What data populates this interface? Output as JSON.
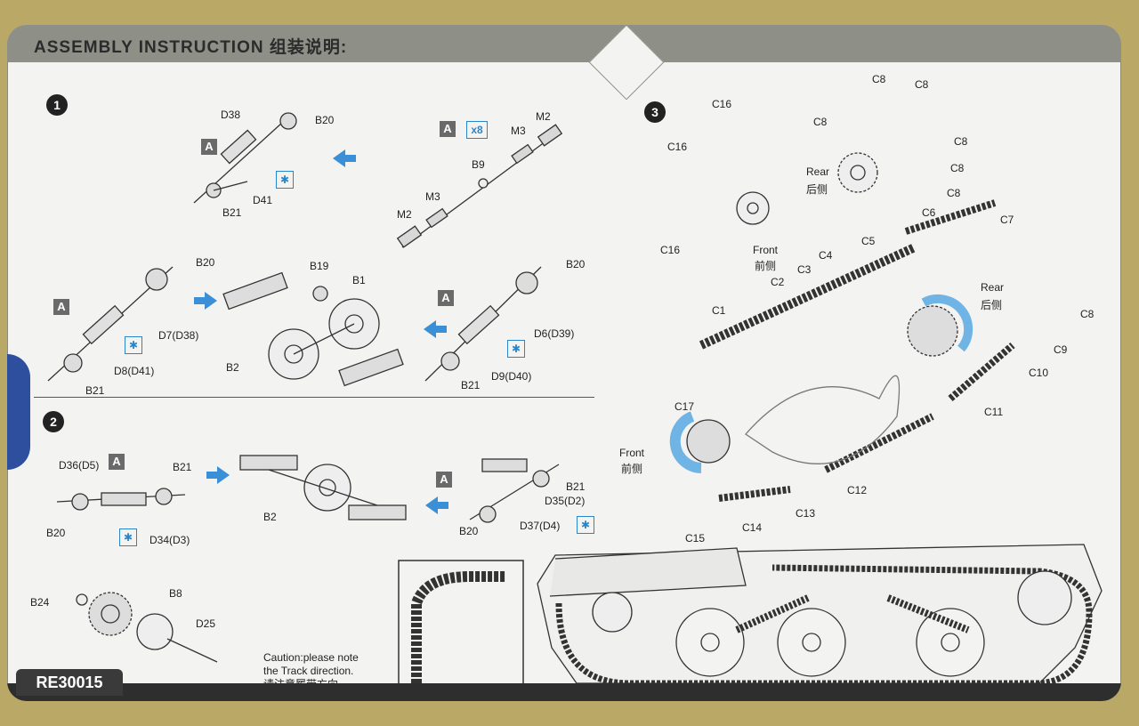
{
  "header": {
    "title": "ASSEMBLY  INSTRUCTION  组装说明:"
  },
  "footer": {
    "code": "RE30015"
  },
  "steps": [
    {
      "number": "1"
    },
    {
      "number": "2"
    },
    {
      "number": "3"
    }
  ],
  "badges": {
    "a": "A",
    "x8": "x8",
    "glue": "✱"
  },
  "step1": {
    "top_left": {
      "D38": "D38",
      "B20": "B20",
      "D41": "D41",
      "B21": "B21"
    },
    "top_right": {
      "M2a": "M2",
      "M3a": "M3",
      "B9": "B9",
      "M3b": "M3",
      "M2b": "M2"
    },
    "bottom_left": {
      "B20": "B20",
      "D7D38": "D7(D38)",
      "D8D41": "D8(D41)",
      "B21": "B21"
    },
    "bottom_mid": {
      "B19": "B19",
      "B1": "B1",
      "B2": "B2"
    },
    "bottom_right": {
      "B20": "B20",
      "D6D39": "D6(D39)",
      "D9D40": "D9(D40)",
      "B21": "B21"
    }
  },
  "step2": {
    "left": {
      "D36D5": "D36(D5)",
      "B21": "B21",
      "B20": "B20",
      "D34D3": "D34(D3)"
    },
    "mid": {
      "B2": "B2"
    },
    "right": {
      "B21": "B21",
      "D35D2": "D35(D2)",
      "B20": "B20",
      "D37D4": "D37(D4)"
    },
    "wheel": {
      "B24": "B24",
      "B8": "B8",
      "D25": "D25"
    }
  },
  "step3": {
    "C16a": "C16",
    "C16b": "C16",
    "C16c": "C16",
    "C8a": "C8",
    "C8b": "C8",
    "C8c": "C8",
    "C8d": "C8",
    "C8e": "C8",
    "C8f": "C8",
    "C8g": "C8",
    "rear_en": "Rear",
    "rear_cn": "后侧",
    "rear2_en": "Rear",
    "rear2_cn": "后侧",
    "front_en": "Front",
    "front_cn": "前侧",
    "front2_en": "Front",
    "front2_cn": "前侧",
    "C1": "C1",
    "C2": "C2",
    "C3": "C3",
    "C4": "C4",
    "C5": "C5",
    "C6": "C6",
    "C7": "C7",
    "C9": "C9",
    "C10": "C10",
    "C11": "C11",
    "C12": "C12",
    "C13": "C13",
    "C14": "C14",
    "C15": "C15",
    "C17": "C17"
  },
  "caution": {
    "line1": "Caution:please note",
    "line2": "the Track direction.",
    "line3": "请注意履带方向。"
  }
}
